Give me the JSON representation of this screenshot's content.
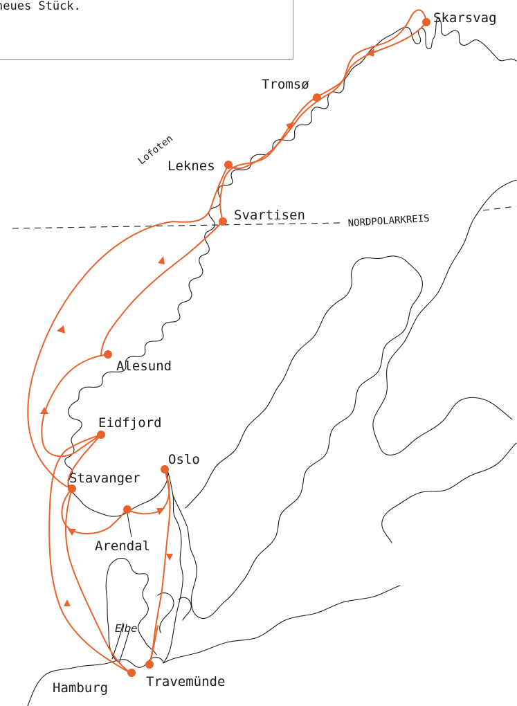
{
  "intro": {
    "text": "neues Stück."
  },
  "region_labels": {
    "lofoten": "Lofoten",
    "arctic_circle": "NORDPOLARKREIS",
    "river": "Elbe"
  },
  "ports": {
    "skarsvag": "Skarsvag",
    "tromso": "Tromsø",
    "leknes": "Leknes",
    "svartisen": "Svartisen",
    "alesund": "Alesund",
    "eidfjord": "Eidfjord",
    "oslo": "Oslo",
    "stavanger": "Stavanger",
    "arendal": "Arendal",
    "hamburg": "Hamburg",
    "travemuende": "Travemünde"
  },
  "colors": {
    "route": "#e8622c",
    "coastline": "#1a1a1a",
    "background": "#ffffff"
  }
}
